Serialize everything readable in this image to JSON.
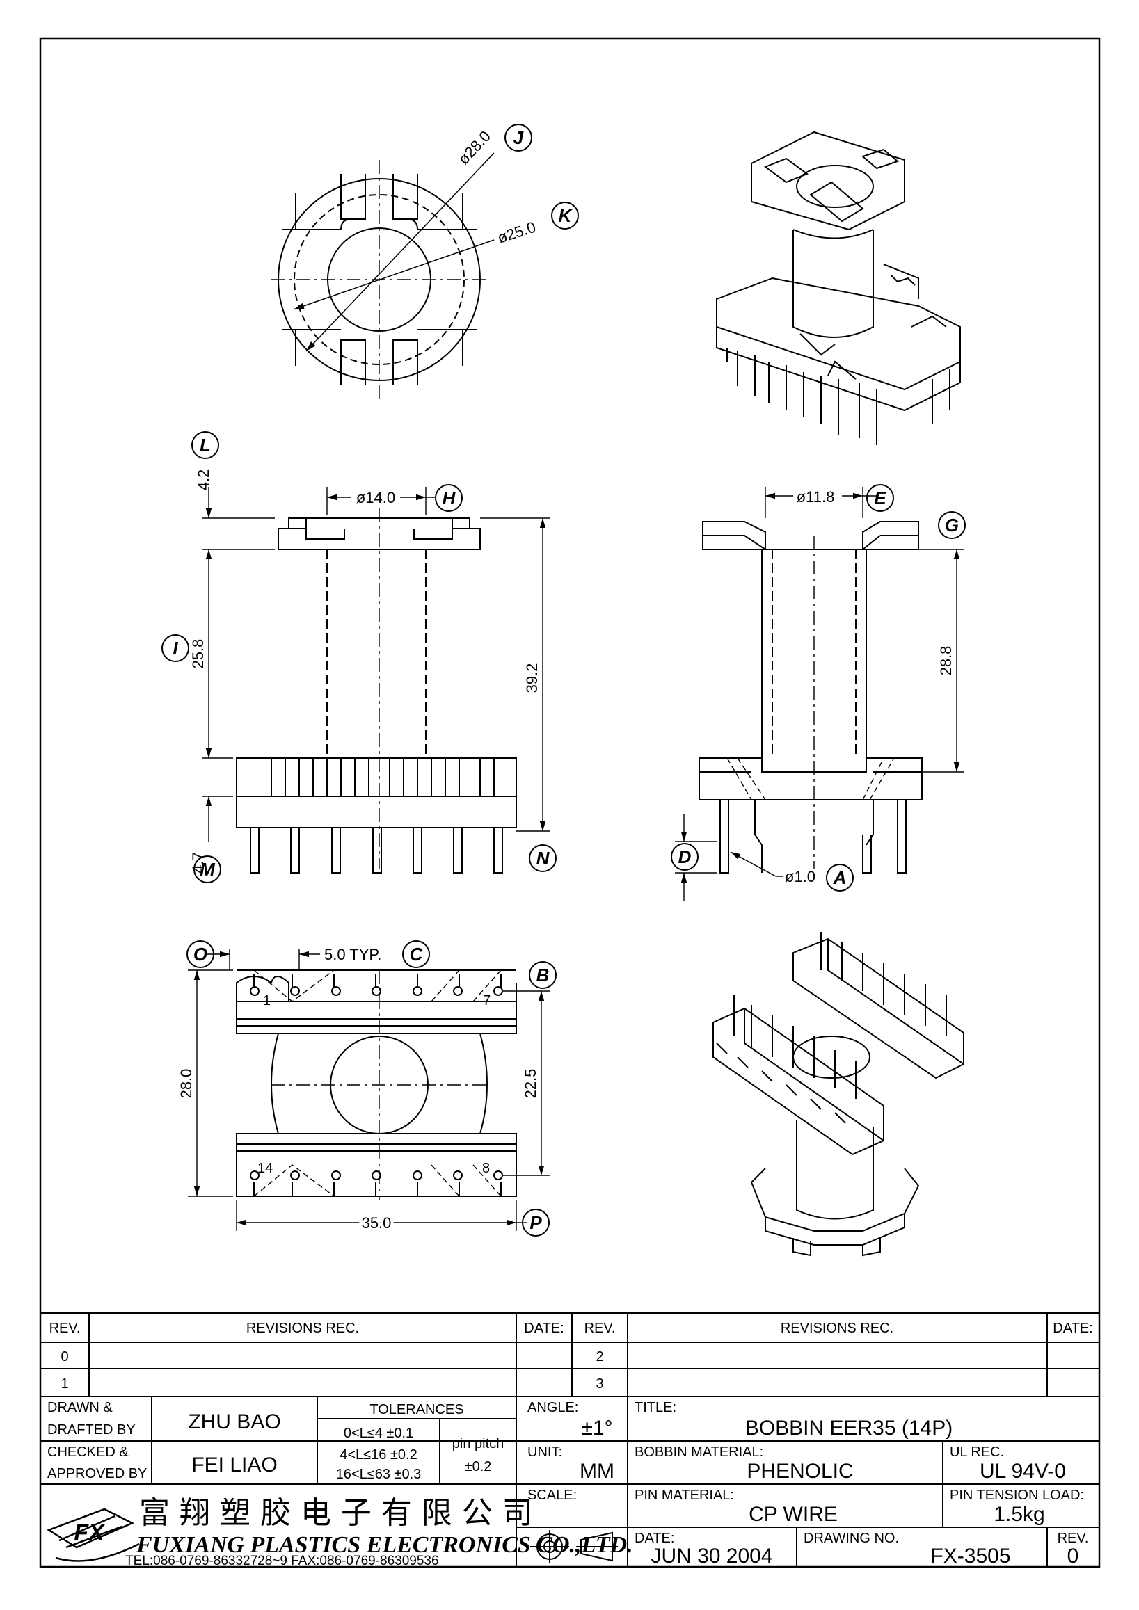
{
  "views": {
    "top": {
      "od_outer": "ø28.0",
      "od_inner": "ø25.0",
      "tag_outer": "J",
      "tag_inner": "K"
    },
    "front": {
      "dims": {
        "top_flange": "4.2",
        "core_height": "25.8",
        "total_height": "39.2",
        "bottom_flange": "4.7",
        "core_dia": "ø14.0"
      },
      "tags": {
        "L": "L",
        "I": "I",
        "M": "M",
        "N": "N",
        "H": "H"
      }
    },
    "side": {
      "dims": {
        "core_dia": "ø11.8",
        "window": "28.8",
        "pin_dia": "ø1.0"
      },
      "tags": {
        "E": "E",
        "G": "G",
        "D": "D",
        "A": "A"
      }
    },
    "bottom": {
      "dims": {
        "pitch": "5.0 TYP.",
        "depth": "28.0",
        "row_span": "22.5",
        "width": "35.0"
      },
      "tags": {
        "O": "O",
        "C": "C",
        "B": "B",
        "P": "P"
      },
      "pins": {
        "p1": "1",
        "p7": "7",
        "p14": "14",
        "p8": "8"
      }
    }
  },
  "title_block": {
    "rev_header": "REV.",
    "revisions_header": "REVISIONS   REC.",
    "date_header": "DATE:",
    "rev_rows_left": [
      "0",
      "1"
    ],
    "rev_rows_right": [
      "2",
      "3"
    ],
    "drawn_label_1": "DRAWN  &",
    "drawn_label_2": "DRAFTED BY",
    "drawn_by": "ZHU   BAO",
    "checked_label_1": "CHECKED  &",
    "checked_label_2": "APPROVED BY",
    "checked_by": "FEI LIAO",
    "tolerances_label": "TOLERANCES",
    "tol_1": "0<L≤4    ±0.1",
    "tol_2": "4<L≤16  ±0.2",
    "tol_3": "16<L≤63  ±0.3",
    "pin_pitch_label": "pin  pitch",
    "pin_pitch_value": "±0.2",
    "angle_label": "ANGLE:",
    "angle_value": "±1°",
    "unit_label": "UNIT:",
    "unit_value": "MM",
    "scale_label": "SCALE:",
    "title_label": "TITLE:",
    "title_value": "BOBBIN  EER35  (14P)",
    "material_label": "BOBBIN  MATERIAL:",
    "material_value": "PHENOLIC",
    "ul_label": "UL  REC.",
    "ul_value": "UL  94V-0",
    "pin_material_label": "PIN  MATERIAL:",
    "pin_material_value": "CP  WIRE",
    "pin_tension_label": "PIN  TENSION  LOAD:",
    "pin_tension_value": "1.5kg",
    "date_label": "DATE:",
    "date_value": "JUN  30  2004",
    "drawing_no_label": "DRAWING  NO.",
    "drawing_no_value": "FX-3505",
    "rev_label": "REV.",
    "rev_value": "0",
    "company_cn": "富 翔 塑 胶 电 子 有 限 公 司",
    "company_en": "FUXIANG  PLASTICS  ELECTRONICS  CO.,LTD.",
    "contact": "TEL:086-0769-86332728~9   FAX:086-0769-86309536",
    "logo_text": "FX"
  }
}
